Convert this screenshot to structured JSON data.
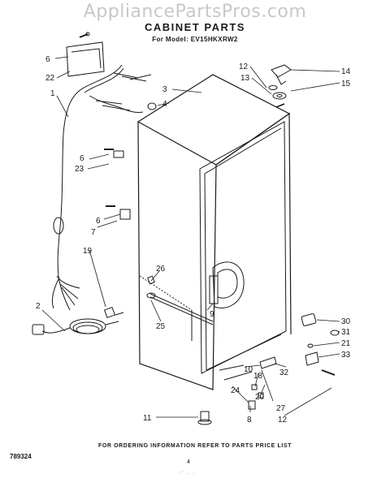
{
  "watermark": "AppliancePartsPros.com",
  "title": "CABINET PARTS",
  "model_line": "For Model: EV15HKXRW2",
  "footer": "FOR ORDERING INFORMATION REFER TO PARTS PRICE LIST",
  "code": "789324",
  "page_number": "4",
  "scan_mark": "·′´ ··  ··",
  "callouts": {
    "c1": "1",
    "c2": "2",
    "c3": "3",
    "c4": "4",
    "c6a": "6",
    "c6b": "6",
    "c6c": "6",
    "c7": "7",
    "c8": "8",
    "c9": "9",
    "c10": "10",
    "c11": "11",
    "c12a": "12",
    "c12b": "12",
    "c13": "13",
    "c14": "14",
    "c15": "15",
    "c18": "18",
    "c19": "19",
    "c20": "20",
    "c21": "21",
    "c22": "22",
    "c23": "23",
    "c24": "24",
    "c25": "25",
    "c26": "26",
    "c27": "27",
    "c30": "30",
    "c31": "31",
    "c32": "32",
    "c33": "33"
  }
}
